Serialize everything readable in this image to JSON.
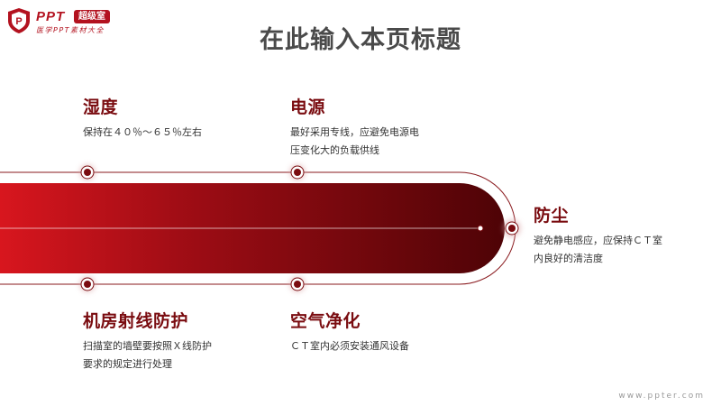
{
  "logo": {
    "ppt_text": "PPT",
    "badge_text": "超级室",
    "subtitle": "医学PPT素材大全"
  },
  "title": "在此输入本页标题",
  "items": {
    "humidity": {
      "title": "湿度",
      "desc": "保持在４０％～６５％左右"
    },
    "power": {
      "title": "电源",
      "desc_line1": "最好采用专线，应避免电源电",
      "desc_line2": "压变化大的负载供线"
    },
    "dust": {
      "title": "防尘",
      "desc_line1": "避免静电感应，应保持ＣＴ室",
      "desc_line2": "内良好的清洁度"
    },
    "radiation": {
      "title": "机房射线防护",
      "desc_line1": "扫描室的墙壁要按照Ｘ线防护",
      "desc_line2": "要求的规定进行处理"
    },
    "air": {
      "title": "空气净化",
      "desc": "ＣＴ室内必须安装通风设备"
    }
  },
  "footer": "www.ppter.com",
  "colors": {
    "accent_dark": "#5a0508",
    "accent_red": "#c8141c",
    "title_gray": "#4a4a4a",
    "heading": "#7a0c10"
  }
}
